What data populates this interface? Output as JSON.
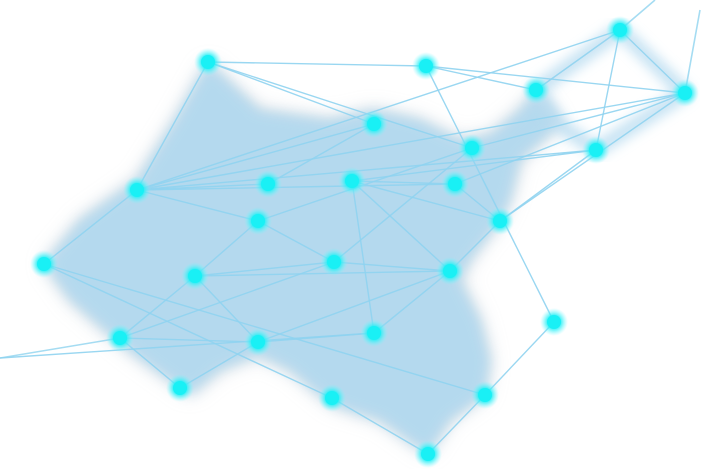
{
  "network": {
    "colors": {
      "background": "#ffffff",
      "region_fill": "#b3d9ef",
      "region_shadow": "#c7ced3",
      "edge": "#8fd3ef",
      "node_core": "#19f0f5",
      "node_glow": "#7ff6ff"
    },
    "nodes": [
      {
        "id": "n1"
      },
      {
        "id": "n2"
      },
      {
        "id": "n3"
      },
      {
        "id": "n4"
      },
      {
        "id": "n5"
      },
      {
        "id": "n6"
      },
      {
        "id": "n7"
      },
      {
        "id": "n8"
      },
      {
        "id": "n9"
      },
      {
        "id": "n10"
      },
      {
        "id": "n11"
      },
      {
        "id": "n12"
      },
      {
        "id": "n13"
      },
      {
        "id": "n14"
      },
      {
        "id": "n15"
      },
      {
        "id": "n16"
      },
      {
        "id": "n17"
      },
      {
        "id": "n18"
      },
      {
        "id": "n19"
      },
      {
        "id": "n20"
      },
      {
        "id": "n21"
      },
      {
        "id": "n22"
      },
      {
        "id": "n23"
      },
      {
        "id": "n24"
      },
      {
        "id": "n25"
      },
      {
        "id": "n26"
      },
      {
        "id": "n27"
      }
    ],
    "edges": [
      [
        "n1",
        "n2"
      ],
      [
        "n1",
        "n5"
      ],
      [
        "n1",
        "n10"
      ],
      [
        "n1",
        "n4"
      ],
      [
        "n2",
        "n3"
      ],
      [
        "n2",
        "n4"
      ],
      [
        "n3",
        "n4"
      ],
      [
        "n4",
        "n7"
      ],
      [
        "n4",
        "n8"
      ],
      [
        "n4",
        "n9"
      ],
      [
        "n4",
        "n22"
      ],
      [
        "n4",
        "n11"
      ],
      [
        "n4",
        "n14"
      ],
      [
        "n5",
        "n6"
      ],
      [
        "n6",
        "n7"
      ],
      [
        "n7",
        "n8"
      ],
      [
        "n7",
        "n9"
      ],
      [
        "n8",
        "n10"
      ],
      [
        "n8",
        "n11"
      ],
      [
        "n8",
        "n12"
      ],
      [
        "n8",
        "n5"
      ],
      [
        "n9",
        "n12"
      ],
      [
        "n9",
        "n13"
      ],
      [
        "n10",
        "n14"
      ],
      [
        "n10",
        "n15"
      ],
      [
        "n11",
        "n12"
      ],
      [
        "n11",
        "n13"
      ],
      [
        "n12",
        "n16"
      ],
      [
        "n12",
        "n13"
      ],
      [
        "n13",
        "n16"
      ],
      [
        "n13",
        "n20"
      ],
      [
        "n14",
        "n15"
      ],
      [
        "n14",
        "n17"
      ],
      [
        "n15",
        "n17"
      ],
      [
        "n15",
        "n18"
      ],
      [
        "n15",
        "n16"
      ],
      [
        "n16",
        "n17"
      ],
      [
        "n16",
        "n19"
      ],
      [
        "n16",
        "n20"
      ],
      [
        "n17",
        "n18"
      ],
      [
        "n17",
        "n19"
      ],
      [
        "n18",
        "n21"
      ],
      [
        "n18",
        "n19"
      ],
      [
        "n19",
        "n21"
      ],
      [
        "n19",
        "n20"
      ],
      [
        "n20",
        "n27"
      ],
      [
        "n22",
        "n23"
      ],
      [
        "n22",
        "n24"
      ],
      [
        "n23",
        "n25"
      ],
      [
        "n24",
        "n25"
      ],
      [
        "n24",
        "n26"
      ],
      [
        "n26",
        "n5"
      ]
    ]
  }
}
